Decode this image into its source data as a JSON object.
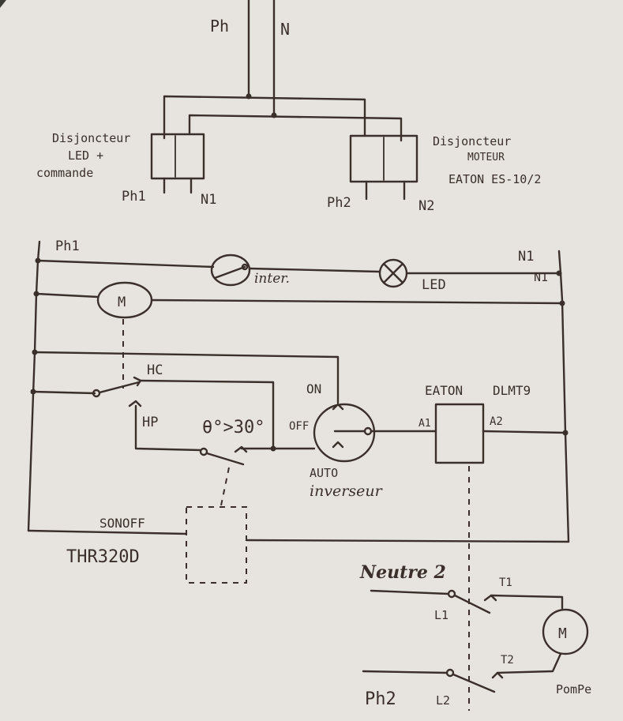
{
  "colors": {
    "paper": "#e7e4df",
    "ink": "#3a2f2a",
    "background": "#3b3a37"
  },
  "labels": {
    "ph": "Ph",
    "n": "N",
    "breaker1_line1": "Disjoncteur",
    "breaker1_line2": "LED +",
    "breaker1_line3": "commande",
    "ph1_top": "Ph1",
    "n1_top": "N1",
    "breaker2_line1": "Disjoncteur",
    "breaker2_line2": "MOTEUR",
    "breaker2_line3": "EATON ES-10/2",
    "ph2_top": "Ph2",
    "n2_top": "N2",
    "ph1_rail": "Ph1",
    "n1_rail": "N1",
    "n1_rail_b": "N1",
    "inter": "inter.",
    "led": "LED",
    "m1": "M",
    "hc": "HC",
    "hp": "HP",
    "theta": "θ°>30°",
    "on": "ON",
    "off": "OFF",
    "auto": "AUTO",
    "inverseur": "inverseur",
    "eaton": "EATON",
    "dlmt9": "DLMT9",
    "a1": "A1",
    "a2": "A2",
    "sonoff": "SONOFF",
    "thr": "THR320D",
    "neutre2": "Neutre 2",
    "l1": "L1",
    "l2": "L2",
    "t1": "T1",
    "t2": "T2",
    "m2": "M",
    "ph2_bottom": "Ph2",
    "pompe": "PomPe"
  }
}
